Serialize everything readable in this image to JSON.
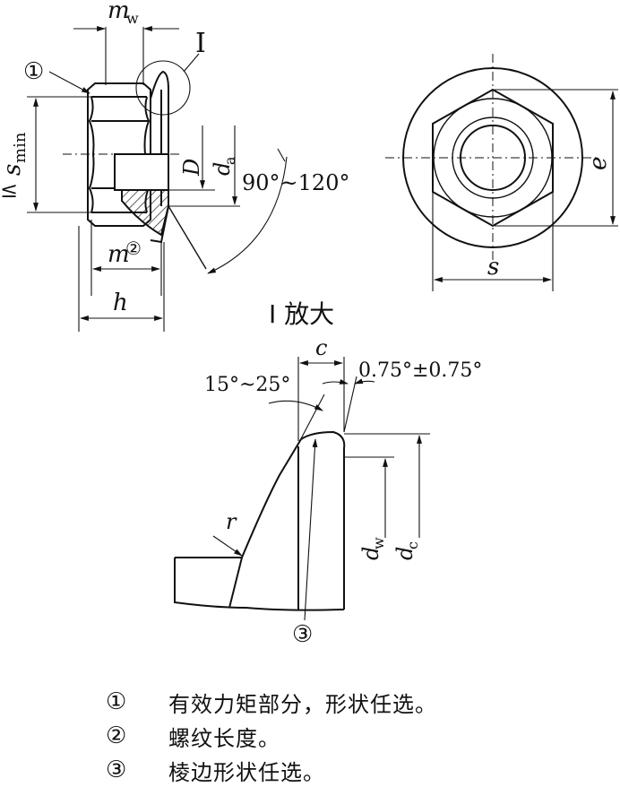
{
  "labels": {
    "mw": "m",
    "mw_sub": "w",
    "detail_mark": "I",
    "callout1": "①",
    "smin": "s",
    "smin_sub": "min",
    "smin_prefix": "≤",
    "D": "D",
    "da": "d",
    "da_sub": "a",
    "angle_main": "90°~120°",
    "m2": "m",
    "m2_note": "②",
    "h": "h",
    "e": "e",
    "s": "s",
    "detail_title": "I 放大",
    "c": "c",
    "angle_small": "0.75°±0.75°",
    "angle_15_25": "15°~25°",
    "r": "r",
    "dw": "d",
    "dw_sub": "w",
    "dc": "d",
    "dc_sub": "c",
    "callout3": "③"
  },
  "notes": [
    {
      "num": "①",
      "text": "有效力矩部分，形状任选。"
    },
    {
      "num": "②",
      "text": "螺纹长度。"
    },
    {
      "num": "③",
      "text": "棱边形状任选。"
    }
  ]
}
